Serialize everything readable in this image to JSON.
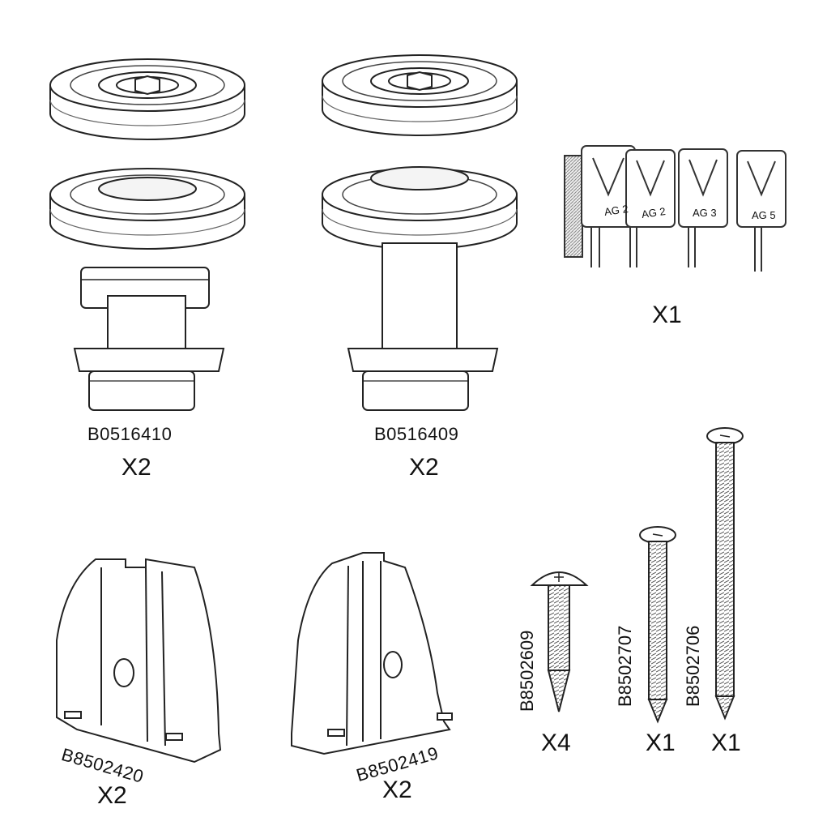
{
  "parts": [
    {
      "id": "roller_a",
      "code": "B0516410",
      "qty": "X2"
    },
    {
      "id": "roller_b",
      "code": "B0516409",
      "qty": "X2"
    },
    {
      "id": "gauges",
      "code": "",
      "qty": "X1",
      "gauge_labels": [
        "AG 2",
        "AG 2",
        "AG 3",
        "AG 5"
      ]
    },
    {
      "id": "bracket_a",
      "code": "B8502420",
      "qty": "X2"
    },
    {
      "id": "bracket_b",
      "code": "B8502419",
      "qty": "X2"
    },
    {
      "id": "screw_short",
      "code": "B8502609",
      "qty": "X4"
    },
    {
      "id": "screw_medium",
      "code": "B8502707",
      "qty": "X1"
    },
    {
      "id": "screw_long",
      "code": "B8502706",
      "qty": "X1"
    }
  ]
}
